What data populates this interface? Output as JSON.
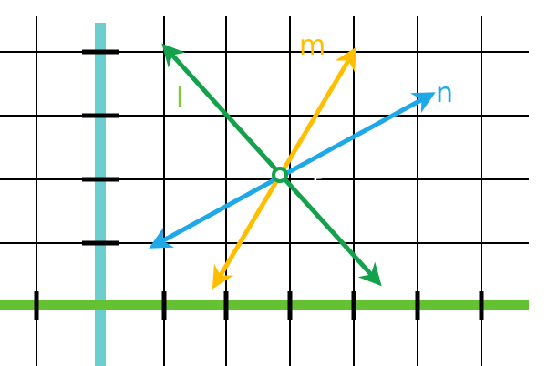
{
  "diagram": {
    "labels": {
      "line_l": "l",
      "line_m": "m",
      "line_n": "n",
      "point_p": "P"
    },
    "colors": {
      "background": "#ffffff",
      "grid": "#000000",
      "vertical_axis": "#6ccfcf",
      "horizontal_axis": "#63c132",
      "line_l": "#14a14b",
      "line_m": "#ffbf00",
      "line_n": "#1fa8e8",
      "point_p": "#14a14b",
      "point_p_label": "#ffffff"
    }
  }
}
